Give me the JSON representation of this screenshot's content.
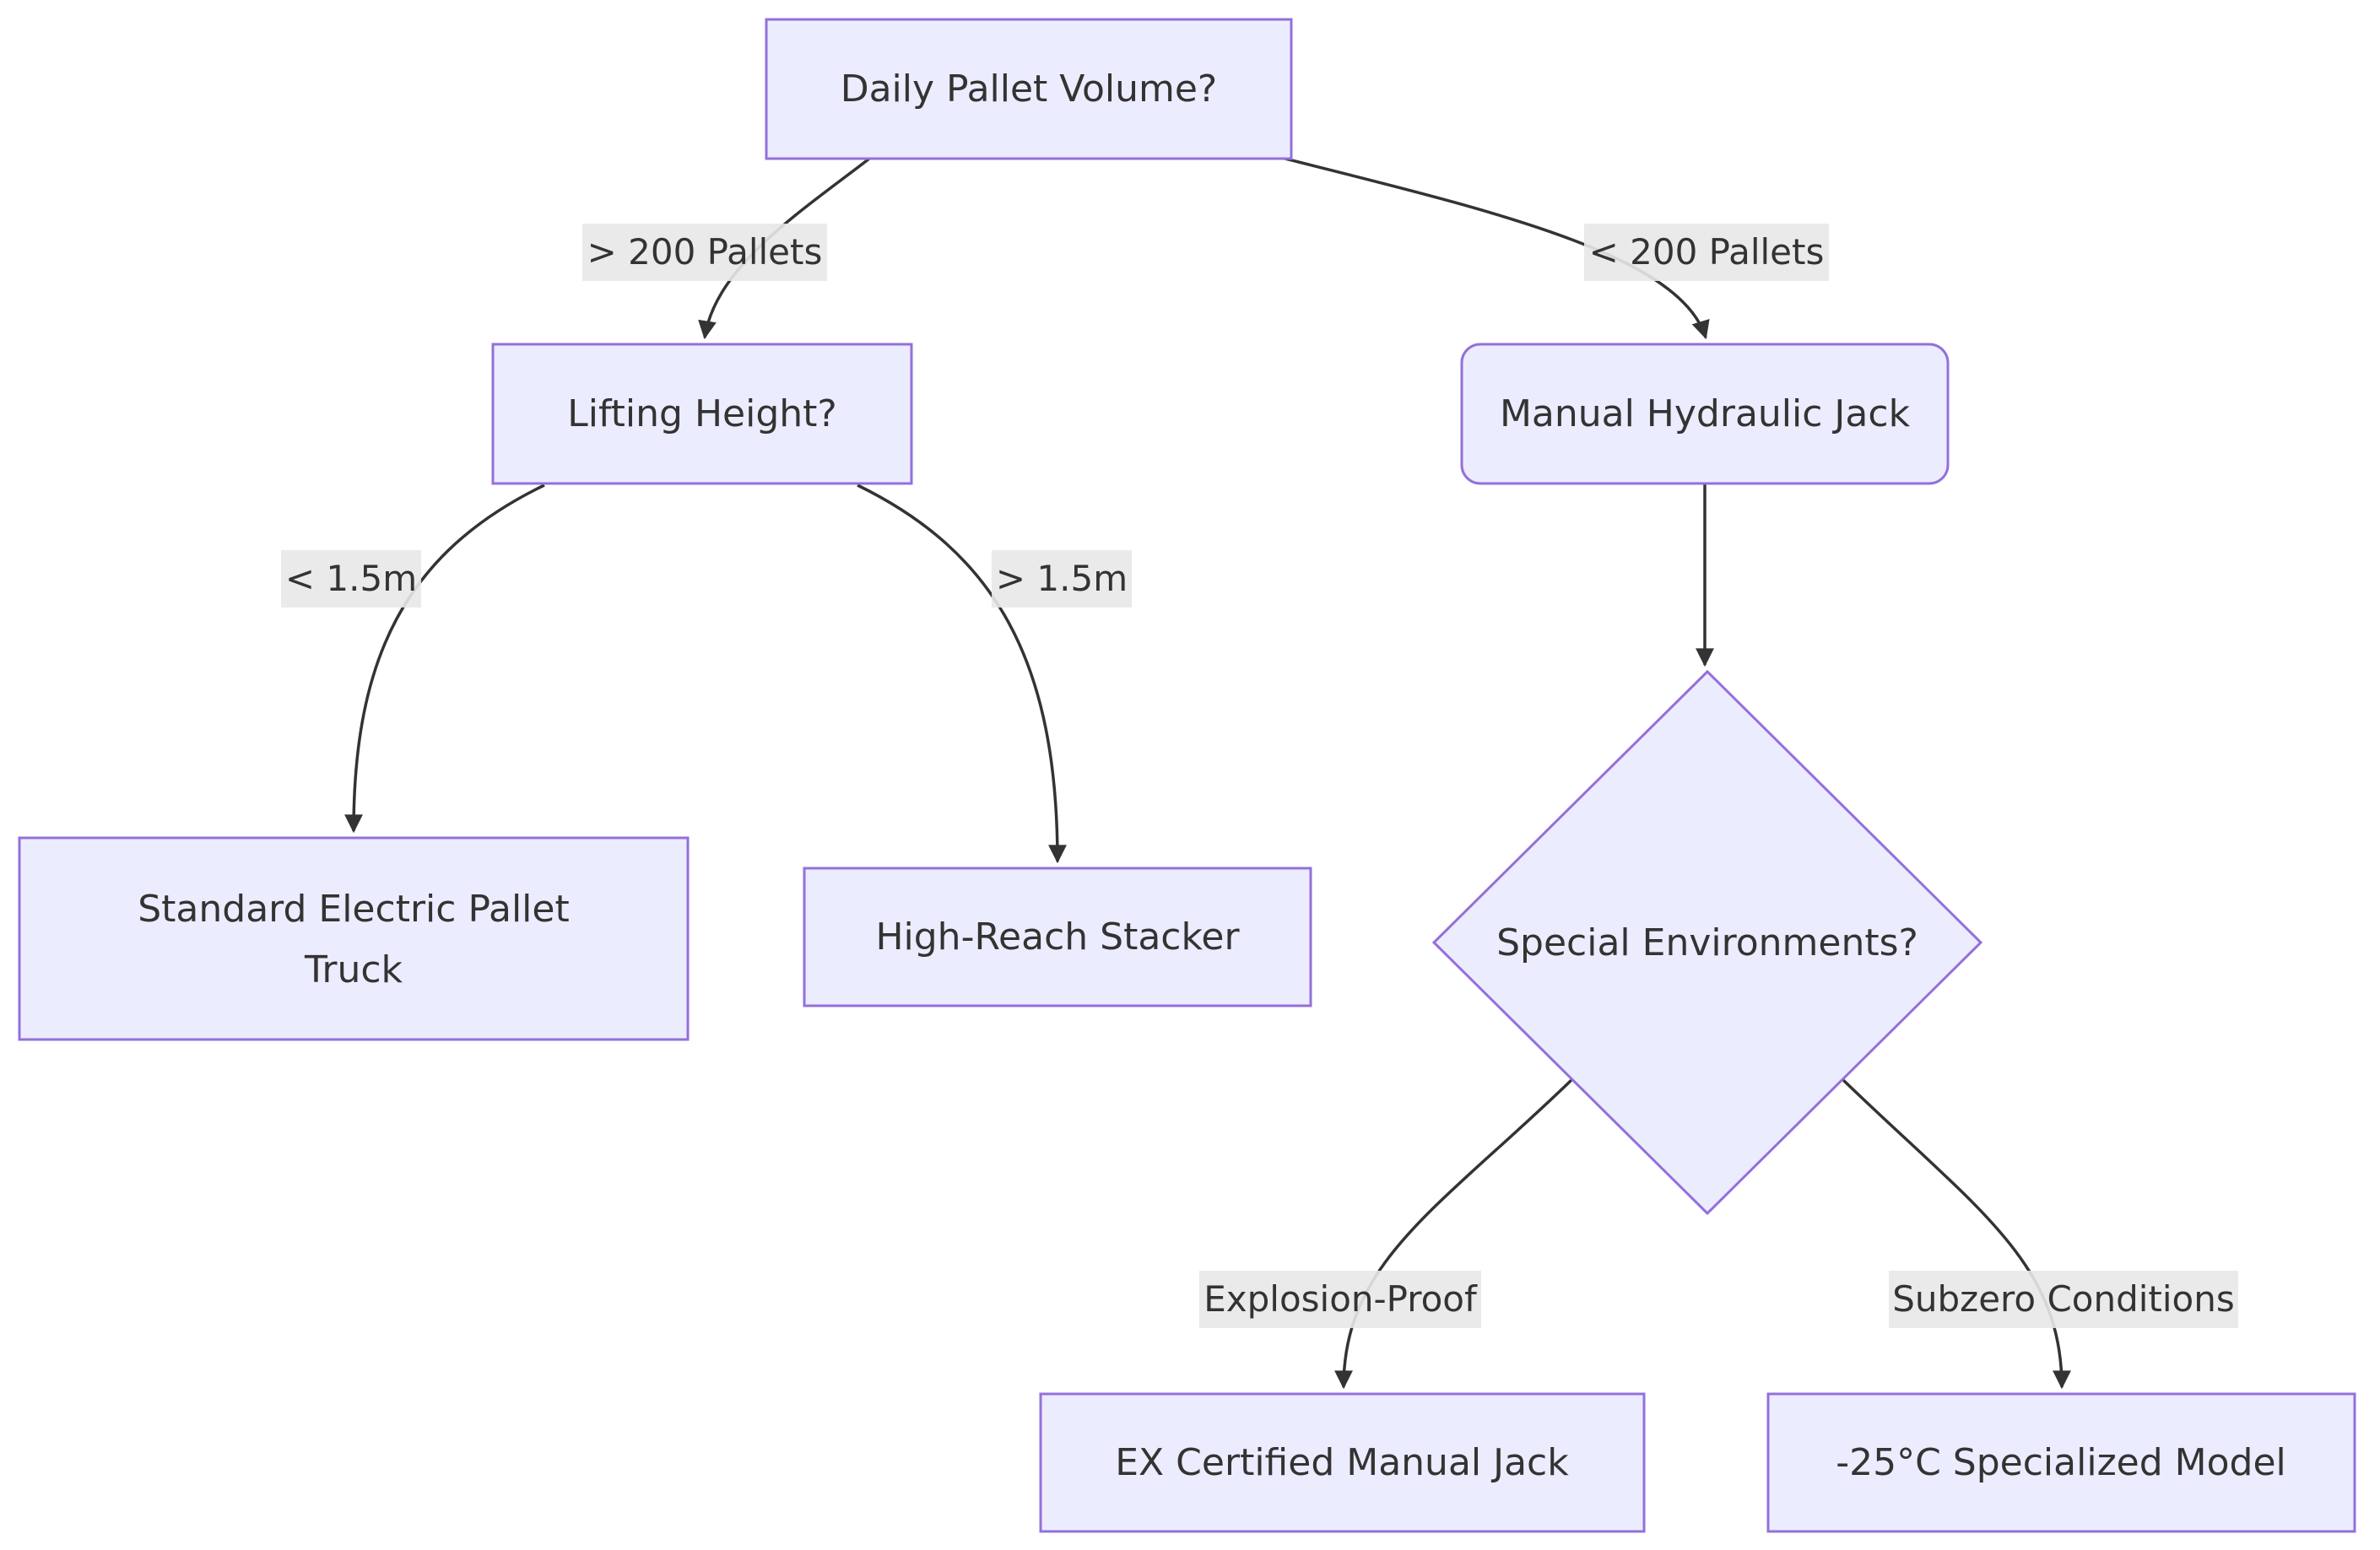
{
  "diagram": {
    "type": "flowchart",
    "nodes": {
      "daily_pallet_volume": {
        "label": "Daily Pallet Volume?"
      },
      "lifting_height": {
        "label": "Lifting Height?"
      },
      "manual_hydraulic_jack": {
        "label": "Manual Hydraulic Jack"
      },
      "standard_electric_pallet_truck": {
        "lines": [
          "Standard Electric Pallet",
          "Truck"
        ]
      },
      "high_reach_stacker": {
        "label": "High-Reach Stacker"
      },
      "special_environments": {
        "label": "Special Environments?"
      },
      "ex_certified_manual_jack": {
        "label": "EX Certified Manual Jack"
      },
      "subzero_specialized_model": {
        "label": "-25°C Specialized Model"
      }
    },
    "edge_labels": {
      "gt_200_pallets": "> 200 Pallets",
      "lt_200_pallets": "< 200 Pallets",
      "lt_1_5m": "< 1.5m",
      "gt_1_5m": "> 1.5m",
      "explosion_proof": "Explosion-Proof",
      "subzero_conditions": "Subzero Conditions"
    },
    "colors": {
      "background": "#FFFFFF",
      "node_fill": "#ECECFF",
      "node_border": "#9370DB",
      "edge_stroke": "#333333",
      "edge_label_bg": "#E8E8E8",
      "text": "#333333"
    }
  }
}
